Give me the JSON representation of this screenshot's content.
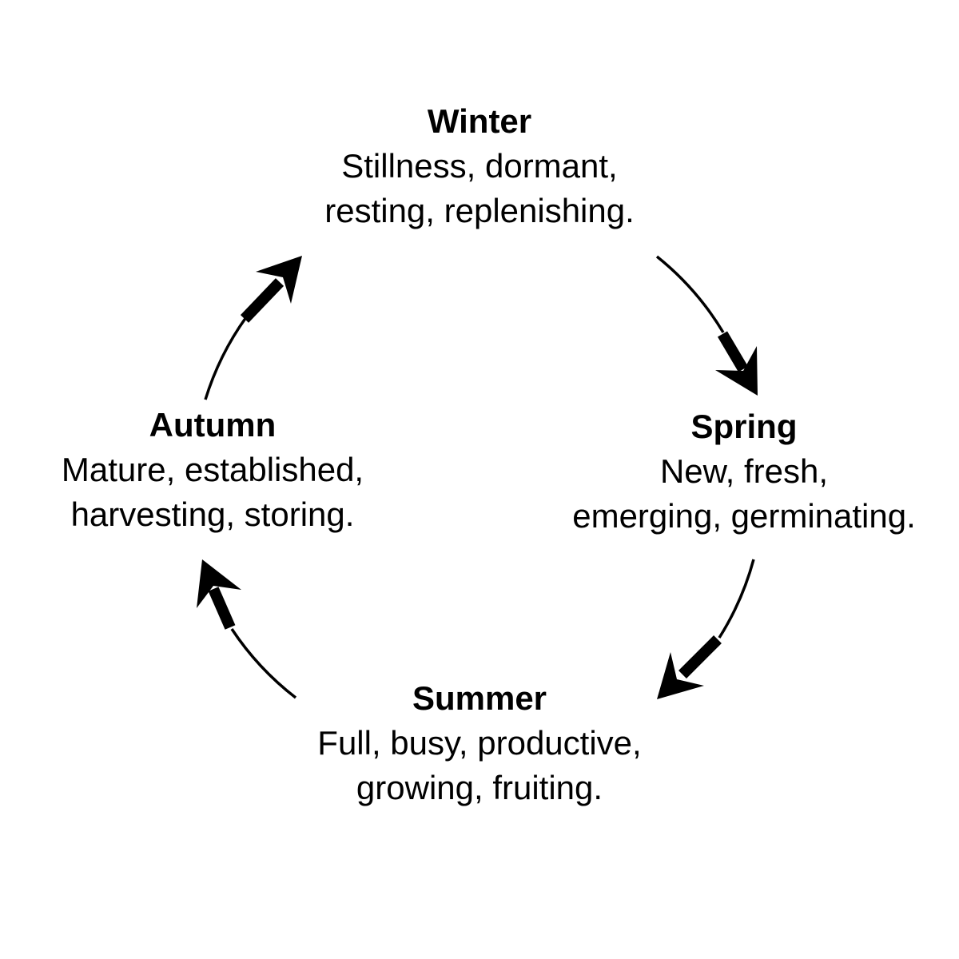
{
  "diagram": {
    "type": "cycle",
    "cycle_direction": "clockwise",
    "background_color": "#ffffff",
    "text_color": "#000000",
    "arrow_color": "#000000"
  },
  "seasons": [
    {
      "title": "Winter",
      "lines": [
        "Stillness, dormant,",
        "resting, replenishing."
      ],
      "position": "top"
    },
    {
      "title": "Spring",
      "lines": [
        "New, fresh,",
        "emerging, germinating."
      ],
      "position": "right"
    },
    {
      "title": "Summer",
      "lines": [
        "Full, busy, productive,",
        "growing, fruiting."
      ],
      "position": "bottom"
    },
    {
      "title": "Autumn",
      "lines": [
        "Mature, established,",
        "harvesting, storing."
      ],
      "position": "left"
    }
  ],
  "arrows": [
    {
      "from": "Winter",
      "to": "Spring",
      "position": "top-right"
    },
    {
      "from": "Spring",
      "to": "Summer",
      "position": "bottom-right"
    },
    {
      "from": "Summer",
      "to": "Autumn",
      "position": "bottom-left"
    },
    {
      "from": "Autumn",
      "to": "Winter",
      "position": "top-left"
    }
  ]
}
